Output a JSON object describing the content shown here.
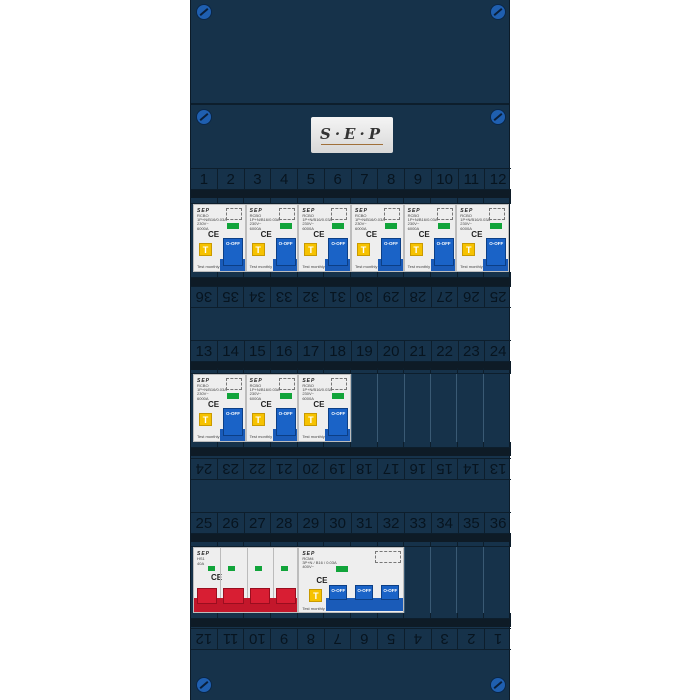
{
  "logo": {
    "text": "S·E·P"
  },
  "rows": [
    {
      "top_numbers": [
        "1",
        "2",
        "3",
        "4",
        "5",
        "6",
        "7",
        "8",
        "9",
        "10",
        "11",
        "12"
      ],
      "bottom_numbers": [
        "25",
        "26",
        "27",
        "28",
        "29",
        "30",
        "31",
        "32",
        "33",
        "34",
        "35",
        "36"
      ]
    },
    {
      "top_numbers": [
        "13",
        "14",
        "15",
        "16",
        "17",
        "18",
        "19",
        "20",
        "21",
        "22",
        "23",
        "24"
      ],
      "bottom_numbers": [
        "13",
        "14",
        "15",
        "16",
        "17",
        "18",
        "19",
        "20",
        "21",
        "22",
        "23",
        "24"
      ]
    },
    {
      "top_numbers": [
        "25",
        "26",
        "27",
        "28",
        "29",
        "30",
        "31",
        "32",
        "33",
        "34",
        "35",
        "36"
      ],
      "bottom_numbers": [
        "1",
        "2",
        "3",
        "4",
        "5",
        "6",
        "7",
        "8",
        "9",
        "10",
        "11",
        "12"
      ]
    }
  ],
  "rcbo": {
    "brand": "SEP",
    "type": "RCBO",
    "rating": "1P+N/B16/0.03A",
    "voltage": "230V~",
    "capacity": "6000A",
    "ce": "CE",
    "test": "T",
    "toggle": "O-OFF",
    "test_label": "Test monthly"
  },
  "rcbo_counts": {
    "row1": 6,
    "row2": 3
  },
  "main_switch": {
    "brand": "SEP",
    "type": "HS1",
    "rating": "40A",
    "ce": "CE"
  },
  "rcm": {
    "brand": "SEP",
    "type": "RCM4",
    "rating": "3P+N / B16 / 0.03A",
    "voltage": "400V~",
    "ce": "CE",
    "test": "T",
    "toggle": "O-OFF",
    "test_label": "Test monthly"
  },
  "colors": {
    "panel": "#16324a",
    "breaker_blue": "#1a63c7",
    "switch_red": "#d81e33",
    "test_yellow": "#f6c200",
    "indicator_green": "#11a43a"
  }
}
